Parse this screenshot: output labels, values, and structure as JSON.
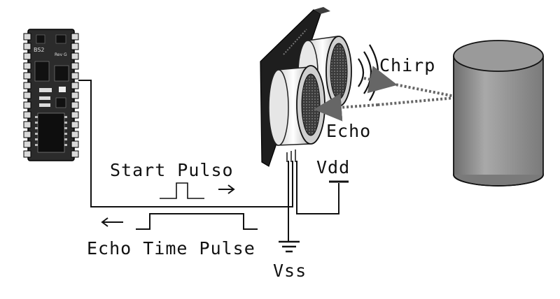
{
  "labels": {
    "chirp": "Chirp",
    "echo": "Echo",
    "vdd": "Vdd",
    "vss": "Vss",
    "start_pulse": "Start Pulso",
    "echo_time_pulse": "Echo Time Pulse"
  },
  "board": {
    "chip_text": "BS2",
    "rev_text": "Rev G"
  },
  "colors": {
    "line": "#111111",
    "board": "#2b2b2b",
    "target_fill": "#8c8c8c",
    "beam": "#666666"
  }
}
